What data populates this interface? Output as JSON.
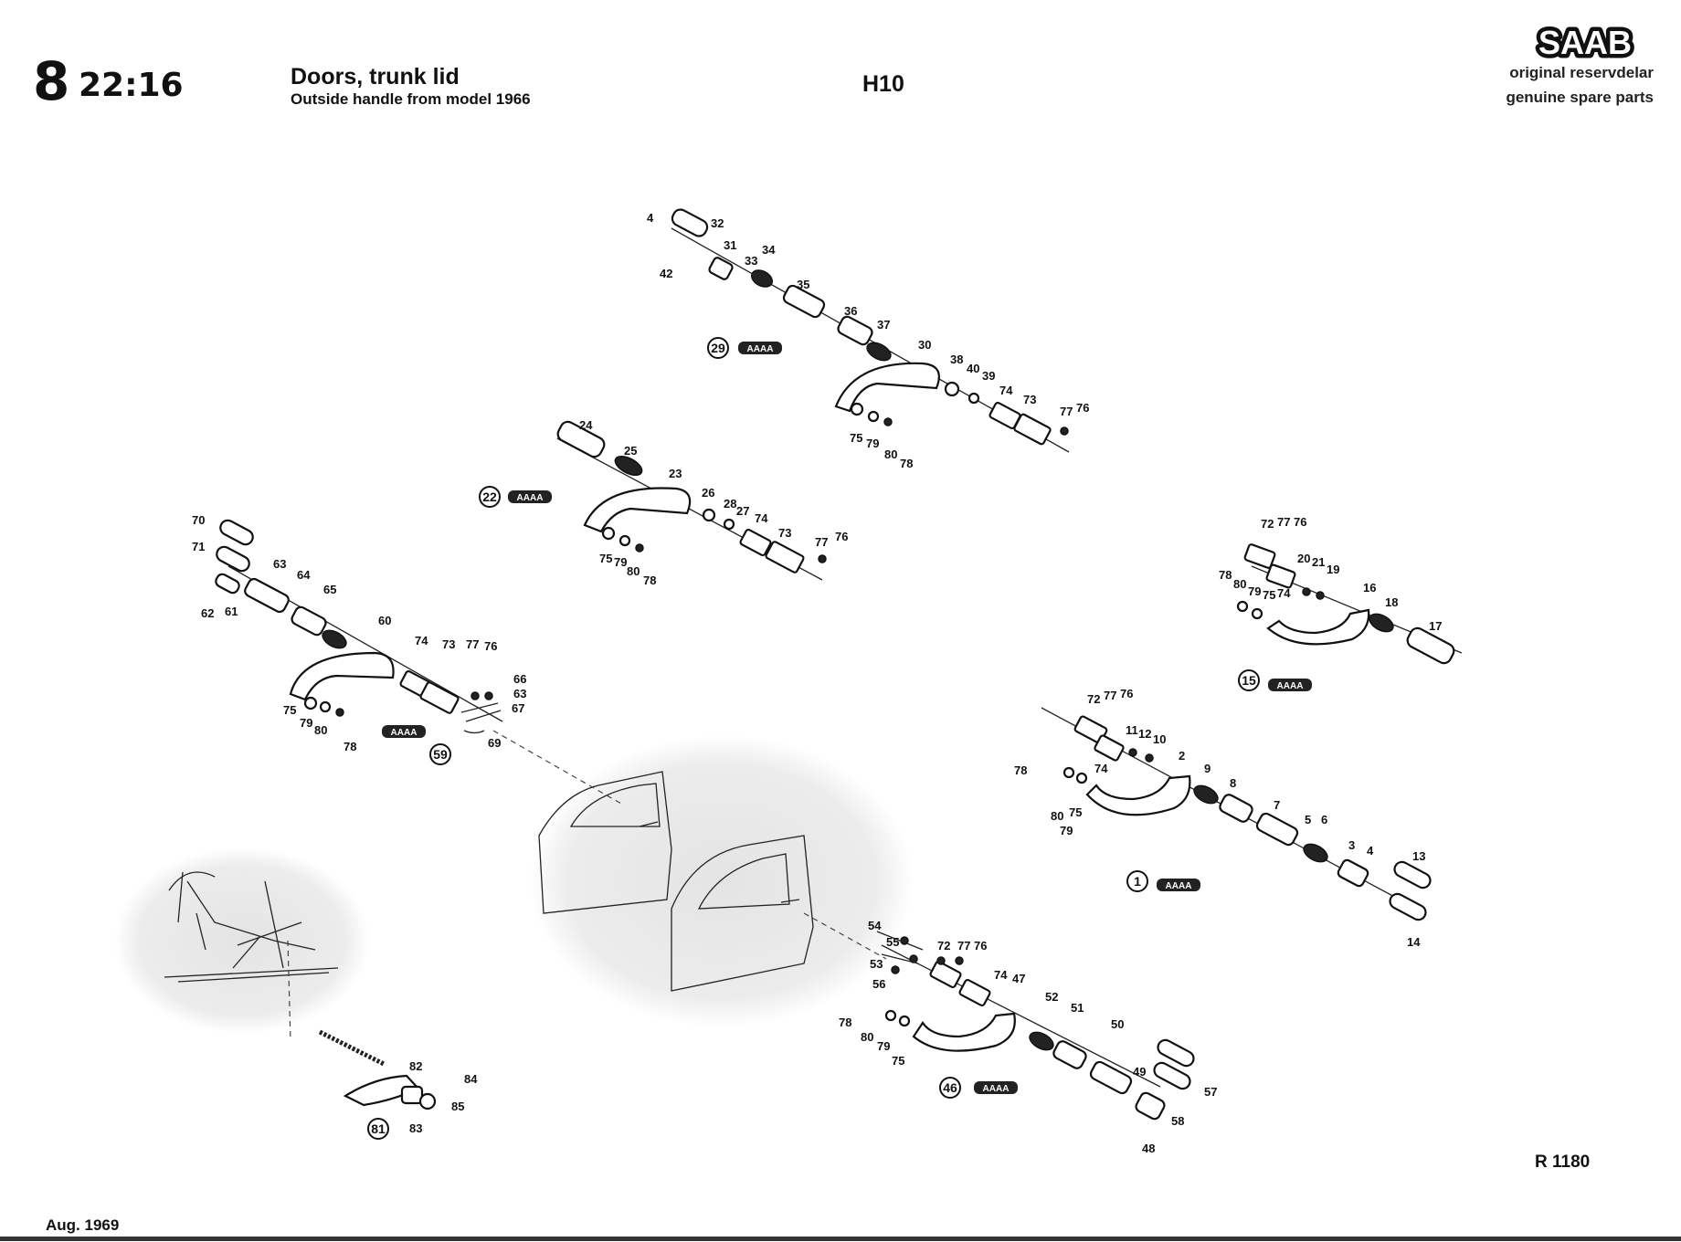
{
  "header": {
    "section_number": "8",
    "section_code": "22:16",
    "title": "Doors, trunk lid",
    "subtitle": "Outside handle from model 1966",
    "page_code": "H10"
  },
  "brand": {
    "logo_text": "SAAB",
    "tagline_1": "original reservdelar",
    "tagline_2": "genuine spare parts"
  },
  "footer": {
    "reference": "R 1180",
    "date": "Aug. 1969"
  },
  "callout_badge": "AAAA",
  "assemblies": [
    {
      "callout": "29",
      "labels": [
        "4",
        "32",
        "31",
        "33",
        "34",
        "42",
        "35",
        "36",
        "37",
        "30",
        "38",
        "40",
        "39",
        "74",
        "73",
        "77",
        "76",
        "75",
        "79",
        "80",
        "78"
      ]
    },
    {
      "callout": "22",
      "labels": [
        "24",
        "25",
        "23",
        "26",
        "28",
        "27",
        "74",
        "73",
        "77",
        "76",
        "75",
        "79",
        "80",
        "78"
      ]
    },
    {
      "callout": "59",
      "labels": [
        "70",
        "71",
        "63",
        "64",
        "65",
        "62",
        "61",
        "60",
        "74",
        "73",
        "77",
        "76",
        "66",
        "63",
        "67",
        "69",
        "75",
        "79",
        "80",
        "78"
      ]
    },
    {
      "callout": "15",
      "labels": [
        "72",
        "77",
        "76",
        "20",
        "21",
        "19",
        "78",
        "80",
        "79",
        "75",
        "74",
        "16",
        "18",
        "17"
      ]
    },
    {
      "callout": "1",
      "labels": [
        "72",
        "77",
        "76",
        "11",
        "12",
        "10",
        "78",
        "74",
        "2",
        "9",
        "8",
        "7",
        "5",
        "6",
        "3",
        "4",
        "13",
        "80",
        "75",
        "79",
        "14"
      ]
    },
    {
      "callout": "46",
      "labels": [
        "54",
        "55",
        "53",
        "56",
        "72",
        "77",
        "76",
        "74",
        "47",
        "78",
        "80",
        "79",
        "75",
        "52",
        "51",
        "50",
        "49",
        "57",
        "58",
        "48"
      ]
    },
    {
      "callout": "81",
      "labels": [
        "82",
        "84",
        "85",
        "83"
      ]
    }
  ]
}
